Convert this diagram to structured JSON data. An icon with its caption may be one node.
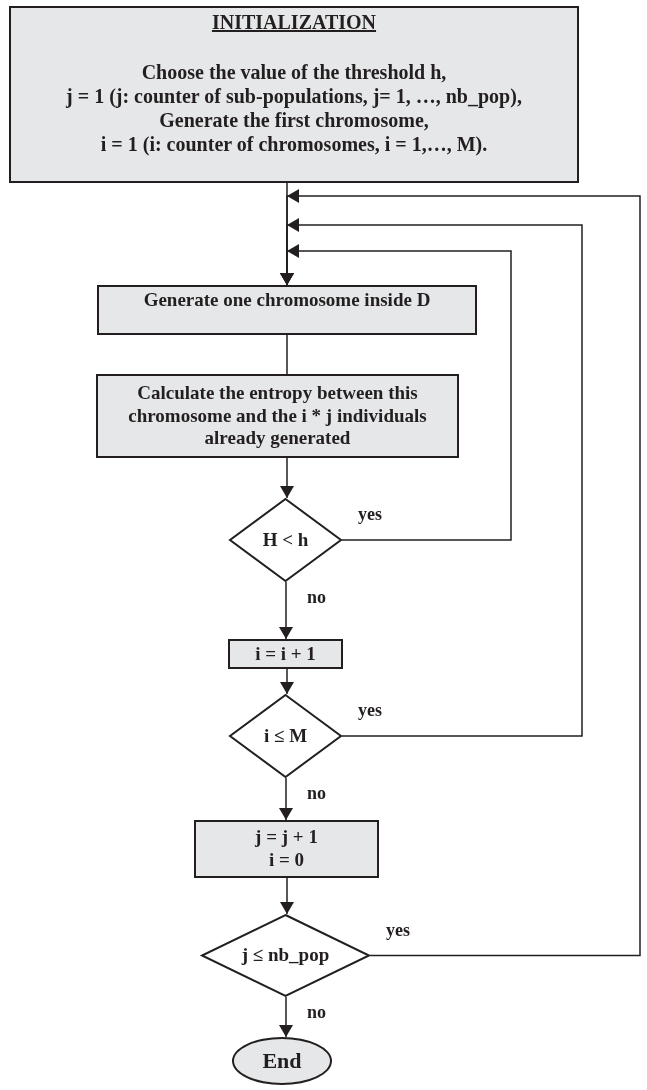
{
  "diagram": {
    "nodes": [
      {
        "text": [
          "INITIALIZATION",
          "Choose the value of the threshold h,",
          "j = 1 (j: counter of sub-populations, j= 1, …, nb_pop),",
          "Generate the first chromosome,",
          "i = 1 (i: counter of chromosomes, i = 1,…, M)."
        ]
      },
      {
        "text": [
          "Generate one chromosome inside D"
        ]
      },
      {
        "text": [
          "Calculate the entropy between this chromosome and the i * j individuals already generated"
        ]
      },
      {
        "text": [
          "H < h"
        ]
      },
      {
        "text": [
          "i = i + 1"
        ]
      },
      {
        "text": [
          "i ≤ M"
        ]
      },
      {
        "text": [
          "j = j + 1",
          "i = 0"
        ]
      },
      {
        "text": [
          "j ≤ nb_pop"
        ]
      },
      {
        "text": [
          "End"
        ]
      }
    ],
    "edges": [
      {
        "from": 0,
        "to": 1,
        "arrow": "to"
      },
      {
        "from": 1,
        "to": 2,
        "arrow": "none"
      },
      {
        "from": 2,
        "to": 3,
        "arrow": "to"
      },
      {
        "from": 3,
        "to": 1,
        "arrow": "to",
        "label": "yes"
      },
      {
        "from": 3,
        "to": 4,
        "arrow": "to",
        "label": "no"
      },
      {
        "from": 4,
        "to": 5,
        "arrow": "to"
      },
      {
        "from": 5,
        "to": 1,
        "arrow": "to",
        "label": "yes"
      },
      {
        "from": 5,
        "to": 6,
        "arrow": "to",
        "label": "no"
      },
      {
        "from": 6,
        "to": 7,
        "arrow": "to"
      },
      {
        "from": 7,
        "to": 1,
        "arrow": "to",
        "label": "yes"
      },
      {
        "from": 7,
        "to": 8,
        "arrow": "to",
        "label": "no"
      }
    ]
  }
}
